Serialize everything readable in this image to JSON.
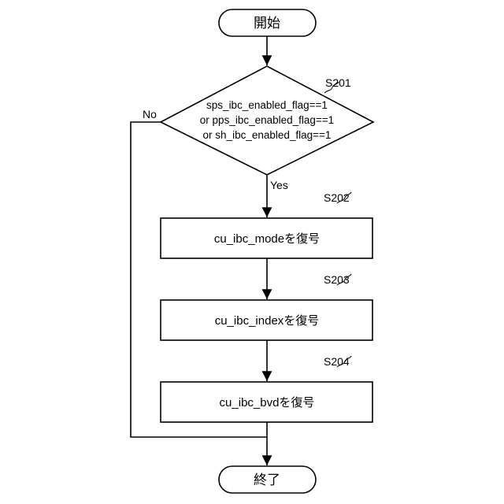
{
  "flowchart": {
    "start_label": "開始",
    "end_label": "終了",
    "decision": {
      "step_id": "S201",
      "lines": [
        "sps_ibc_enabled_flag==1",
        "or pps_ibc_enabled_flag==1",
        "or sh_ibc_enabled_flag==1"
      ],
      "yes_label": "Yes",
      "no_label": "No"
    },
    "steps": [
      {
        "id": "S202",
        "label": "cu_ibc_modeを復号"
      },
      {
        "id": "S203",
        "label": "cu_ibc_indexを復号"
      },
      {
        "id": "S204",
        "label": "cu_ibc_bvdを復号"
      }
    ]
  }
}
